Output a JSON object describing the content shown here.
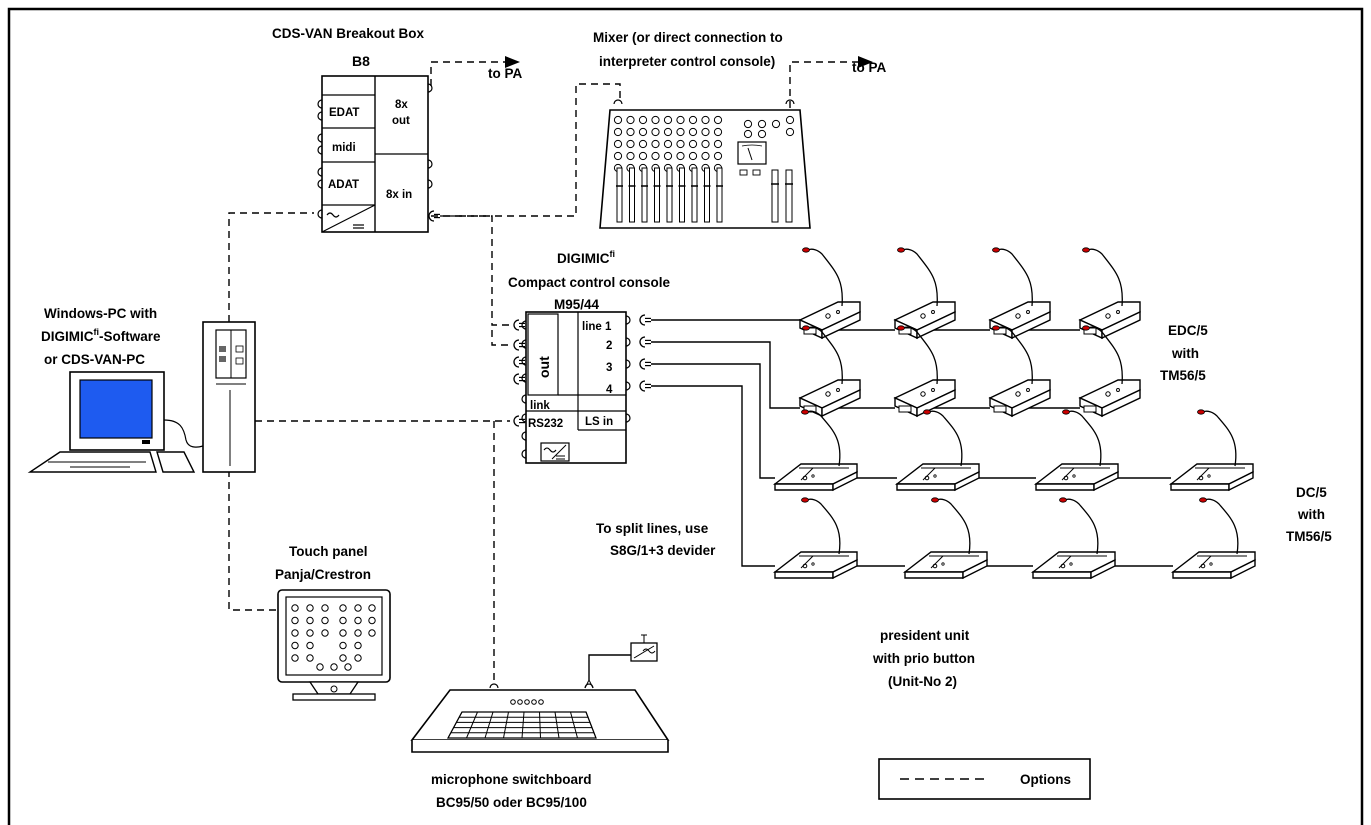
{
  "breakout": {
    "title": "CDS-VAN Breakout Box",
    "model": "B8",
    "edat": "EDAT",
    "midi": "midi",
    "adat": "ADAT",
    "out_line1": "8x",
    "out_line2": "out",
    "in_label": "8x in",
    "to_pa": "to PA"
  },
  "mixer": {
    "title_line1": "Mixer (or direct connection to",
    "title_line2": "interpreter control console)",
    "to_pa": "to PA"
  },
  "console": {
    "title_line1": "DIGIMIC",
    "title_sup": "fi",
    "title_line2": "Compact control console",
    "model": "M95/44",
    "out": "out",
    "line1": "line 1",
    "line2": "2",
    "line3": "3",
    "line4": "4",
    "link": "link",
    "rs232": "RS232",
    "ls_in": "LS in"
  },
  "pc": {
    "line1": "Windows-PC with",
    "line2_a": "DIGIMIC",
    "line2_sup": "fi",
    "line2_b": "-Software",
    "line3": "or CDS-VAN-PC"
  },
  "touch_panel": {
    "line1": "Touch panel",
    "line2": "Panja/Crestron"
  },
  "switchboard": {
    "line1": "microphone switchboard",
    "line2": "BC95/50 oder BC95/100"
  },
  "split_note": {
    "line1": "To split lines, use",
    "line2": "S8G/1+3 devider"
  },
  "edc_label": {
    "line1": "EDC/5",
    "line2": "with",
    "line3": "TM56/5"
  },
  "dc_label": {
    "line1": "DC/5",
    "line2": "with",
    "line3": "TM56/5"
  },
  "president": {
    "line1": "president unit",
    "line2": "with prio button",
    "line3": "(Unit-No 2)"
  },
  "legend": {
    "label": "Options"
  }
}
